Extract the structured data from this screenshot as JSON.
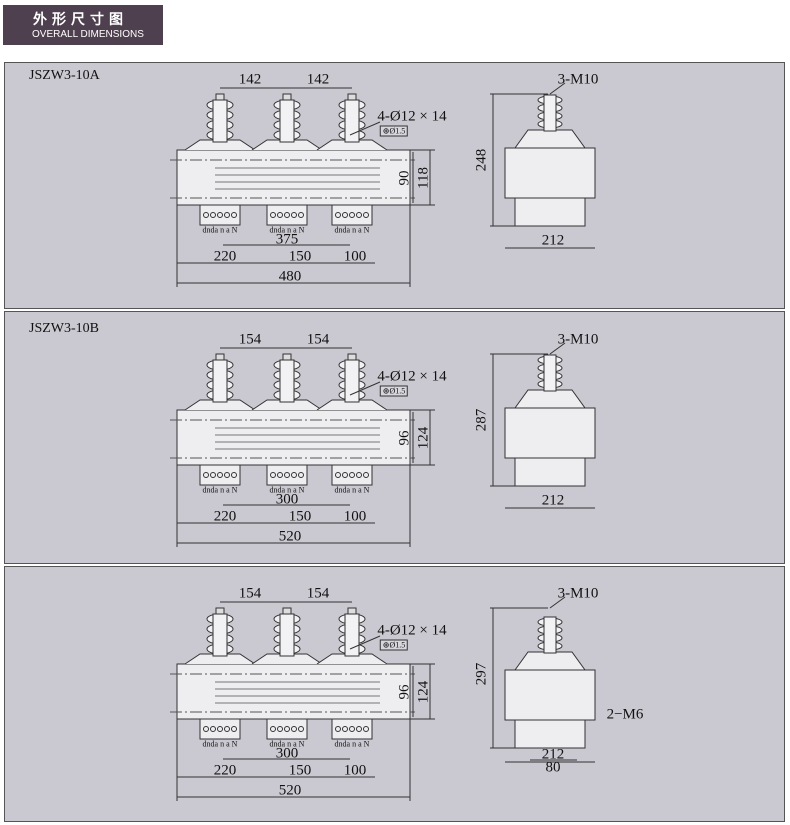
{
  "header": {
    "title_cn": "外形尺寸图",
    "title_en": "OVERALL DIMENSIONS"
  },
  "panels": [
    {
      "model": "JSZW3-10A",
      "pitch_left": "142",
      "pitch_right": "142",
      "holes": "4-Ø12 × 14",
      "tolerance": "⊕Ø1.5",
      "h_inner": "90",
      "h_outer": "118",
      "span": "375",
      "d1": "220",
      "d2": "150",
      "d3": "100",
      "total": "480",
      "terminals": "dnda n a N",
      "top_thread": "3-M10",
      "side_height": "248",
      "side_width": "212"
    },
    {
      "model": "JSZW3-10B",
      "pitch_left": "154",
      "pitch_right": "154",
      "holes": "4-Ø12 × 14",
      "tolerance": "⊕Ø1.5",
      "h_inner": "96",
      "h_outer": "124",
      "span": "300",
      "d1": "220",
      "d2": "150",
      "d3": "100",
      "total": "520",
      "terminals": "dnda n a N",
      "top_thread": "3-M10",
      "side_height": "287",
      "side_width": "212"
    },
    {
      "model": "",
      "pitch_left": "154",
      "pitch_right": "154",
      "holes": "4-Ø12 × 14",
      "tolerance": "⊕Ø1.5",
      "h_inner": "96",
      "h_outer": "124",
      "span": "300",
      "d1": "220",
      "d2": "150",
      "d3": "100",
      "total": "520",
      "terminals": "dnda n a N",
      "top_thread": "3-M10",
      "side_height": "297",
      "side_width": "212",
      "side_thread": "2−M6",
      "side_base": "80"
    }
  ]
}
